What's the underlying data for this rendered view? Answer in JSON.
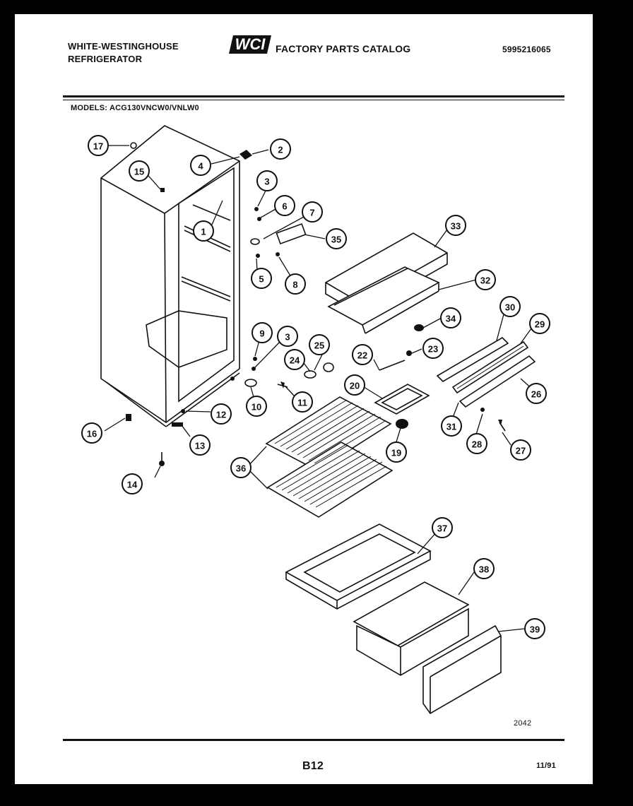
{
  "header": {
    "brand_line1": "WHITE-WESTINGHOUSE",
    "brand_line2": "REFRIGERATOR",
    "logo_text": "WCI",
    "catalog_title": "FACTORY PARTS CATALOG",
    "catalog_number": "5995216065"
  },
  "models_label": "MODELS: ACG130VNCW0/VNLW0",
  "callouts": {
    "c1": "1",
    "c2": "2",
    "c3a": "3",
    "c3b": "3",
    "c4": "4",
    "c5": "5",
    "c6": "6",
    "c7": "7",
    "c8": "8",
    "c9": "9",
    "c10": "10",
    "c11": "11",
    "c12": "12",
    "c13": "13",
    "c14": "14",
    "c15": "15",
    "c16": "16",
    "c17": "17",
    "c19": "19",
    "c20": "20",
    "c22": "22",
    "c23": "23",
    "c24": "24",
    "c25": "25",
    "c26": "26",
    "c28": "28",
    "c27": "27",
    "c29": "29",
    "c30": "30",
    "c31": "31",
    "c32": "32",
    "c33": "33",
    "c34": "34",
    "c35": "35",
    "c36": "36",
    "c37": "37",
    "c38": "38",
    "c39": "39"
  },
  "figure_number": "2042",
  "footer": {
    "page": "B12",
    "date": "11/91"
  }
}
